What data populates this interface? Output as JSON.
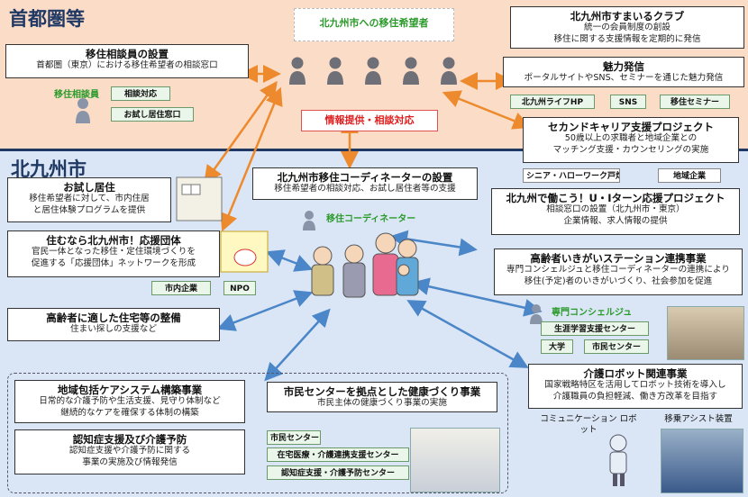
{
  "regions": {
    "tokyo": "首都圏等",
    "kitakyushu": "北九州市"
  },
  "migrants": {
    "label": "北九州市への移住希望者"
  },
  "consultant": {
    "title": "移住相談員の設置",
    "body": "首都圏（東京）における移住希望者の相談窓口",
    "staff": "移住相談員",
    "chips": [
      "相談対応",
      "お試し居住窓口"
    ]
  },
  "club": {
    "title": "北九州市すまいるクラブ",
    "body1": "統一の会員制度の創設",
    "body2": "移住に関する支援情報を定期的に発信"
  },
  "attraction": {
    "title": "魅力発信",
    "body": "ポータルサイトやSNS、セミナーを通じた魅力発信",
    "chips": [
      "北九州ライフHP",
      "SNS",
      "移住セミナー"
    ]
  },
  "info_label": "情報提供・相談対応",
  "career": {
    "title": "セカンドキャリア支援プロジェクト",
    "body1": "50歳以上の求職者と地域企業との",
    "body2": "マッチング支援・カウンセリングの実施",
    "chips": [
      "シニア・ハローワーク戸畑",
      "地域企業"
    ]
  },
  "coordinator": {
    "title": "北九州市移住コーディネーターの設置",
    "body": "移住希望者の相談対応、お試し居住者等の支援",
    "label": "移住コーディネーター"
  },
  "ui_turn": {
    "title": "北九州で働こう！U・Iターン応援プロジェクト",
    "body1": "相談窓口の設置（北九州市・東京）",
    "body2": "企業情報、求人情報の提供"
  },
  "trial": {
    "title": "お試し居住",
    "body1": "移住希望者に対して、市内住居",
    "body2": "と居住体験プログラムを提供"
  },
  "support": {
    "title": "住むなら北九州市！応援団体",
    "body1": "官民一体となった移住・定住環境づくりを",
    "body2": "促進する「応援団体」ネットワークを形成",
    "chips": [
      "市内企業",
      "NPO"
    ]
  },
  "senior": {
    "title": "高齢者いきがいステーション連携事業",
    "body1": "専門コンシェルジュと移住コーディネーターの連携により",
    "body2": "移住(予定)者のいきがいづくり、社会参加を促進",
    "concierge": "専門コンシェルジュ",
    "chips": [
      "生涯学習支援センター",
      "大学",
      "市民センター"
    ]
  },
  "housing": {
    "title": "高齢者に適した住宅等の整備",
    "body": "住まい探しの支援など"
  },
  "care": {
    "title": "地域包括ケアシステム構築事業",
    "body1": "日常的な介護予防や生活支援、見守り体制など",
    "body2": "継続的なケアを確保する体制の構築"
  },
  "dementia": {
    "title": "認知症支援及び介護予防",
    "body1": "認知症支援や介護予防に関する",
    "body2": "事業の実施及び情報発信"
  },
  "health": {
    "title": "市民センターを拠点とした健康づくり事業",
    "body": "市民主体の健康づくり事業の実施",
    "chips": [
      "市民センター",
      "在宅医療・介護連携支援センター",
      "認知症支援・介護予防センター"
    ]
  },
  "robot": {
    "title": "介護ロボット関連事業",
    "body1": "国家戦略特区を活用してロボット技術を導入し",
    "body2": "介護職員の負担軽減、働き方改革を目指す",
    "label1": "コミュニケーション ロボット",
    "label2": "移乗アシスト装置"
  }
}
